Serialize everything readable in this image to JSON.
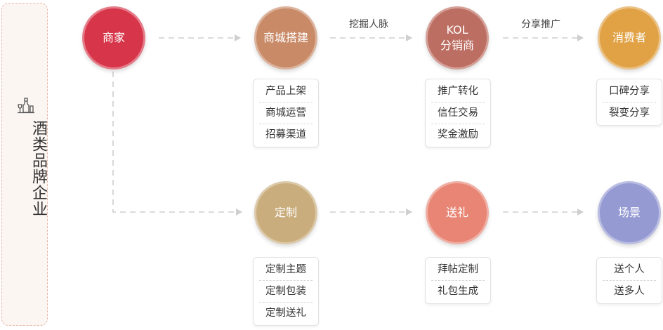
{
  "sidebar": {
    "title": "酒类品牌企业"
  },
  "nodes": {
    "merchant": {
      "line1": "商家",
      "line2": "",
      "color": "#d7364a"
    },
    "mall_setup": {
      "line1": "商城搭建",
      "line2": "",
      "color": "#c98a68"
    },
    "kol": {
      "line1": "KOL",
      "line2": "分销商",
      "color": "#bd6e62"
    },
    "consumer": {
      "line1": "消费者",
      "line2": "",
      "color": "#e0a245"
    },
    "customize": {
      "line1": "定制",
      "line2": "",
      "color": "#c9ad7c"
    },
    "gift": {
      "line1": "送礼",
      "line2": "",
      "color": "#e88574"
    },
    "scene": {
      "line1": "场景",
      "line2": "",
      "color": "#959ad3"
    }
  },
  "edges": {
    "mall_to_kol": "挖掘人脉",
    "kol_to_consumer": "分享推广"
  },
  "boxes": {
    "mall_setup": [
      "产品上架",
      "商城运营",
      "招募渠道"
    ],
    "kol": [
      "推广转化",
      "信任交易",
      "奖金激励"
    ],
    "consumer": [
      "口碑分享",
      "裂变分享"
    ],
    "customize": [
      "定制主题",
      "定制包装",
      "定制送礼"
    ],
    "gift": [
      "拜帖定制",
      "礼包生成"
    ],
    "scene": [
      "送个人",
      "送多人"
    ]
  }
}
